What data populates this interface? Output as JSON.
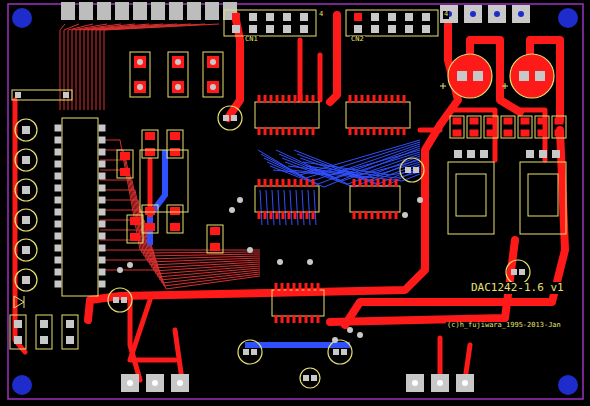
{
  "diagram": {
    "labels": [
      "CN1",
      "4",
      "CN2",
      "4",
      "DAC1242-1.6 v1",
      "(c)h_fujiwara_1995-2013-Jan"
    ]
  }
}
